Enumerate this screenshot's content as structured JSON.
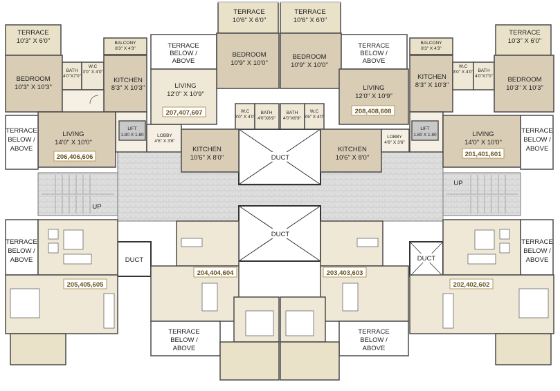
{
  "rooms": {
    "ul_terrace": {
      "name": "TERRACE",
      "size": "10'3\" X 6'0\""
    },
    "ul_balcony": {
      "name": "BALCONY",
      "size": "8'3\" X 4'3\""
    },
    "ul_bedroom": {
      "name": "BEDROOM",
      "size": "10'3\" X 10'3\""
    },
    "ul_bath": {
      "name": "BATH",
      "size": "4'0\"X7'0\""
    },
    "ul_wc": {
      "name": "W.C",
      "size": "3'0\" X 4'0\""
    },
    "ul_kitchen": {
      "name": "KITCHEN",
      "size": "8'3\" X 10'3\""
    },
    "ul_living": {
      "name": "LIVING",
      "size": "14'0\" X 10'0\""
    },
    "ul_lift": {
      "name": "LIFT",
      "size": "1.80 X 1.80"
    },
    "ul_lobby": {
      "name": "LOBBY",
      "size": "4'6\" X 3'6\""
    },
    "cl_bedroom": {
      "name": "BEDROOM",
      "size": "10'9\" X 10'0\""
    },
    "cl_living": {
      "name": "LIVING",
      "size": "12'0\" X 10'9\""
    },
    "cl_wc": {
      "name": "W.C",
      "size": "3'0\" X 4'0\""
    },
    "cl_bath": {
      "name": "BATH",
      "size": "4'0\"X6'9\""
    },
    "cl_kitchen": {
      "name": "KITCHEN",
      "size": "10'6\" X 8'0\""
    },
    "top_terrace_l": {
      "name": "TERRACE",
      "size": "10'6\" X 6'0\""
    },
    "top_terrace_r": {
      "name": "TERRACE",
      "size": "10'6\" X 6'0\""
    },
    "cr_bedroom": {
      "name": "BEDROOM",
      "size": "10'9\" X 10'0\""
    },
    "cr_living": {
      "name": "LIVING",
      "size": "12'0\" X 10'9\""
    },
    "cr_bath": {
      "name": "BATH",
      "size": "4'0\"X6'9\""
    },
    "cr_wc": {
      "name": "W.C",
      "size": "3'6\" X 4'0\""
    },
    "cr_kitchen": {
      "name": "KITCHEN",
      "size": "10'6\" X 8'0\""
    },
    "ur_terrace": {
      "name": "TERRACE",
      "size": "10'3\" X 6'0\""
    },
    "ur_balcony": {
      "name": "BALCONY",
      "size": "8'3\" X 4'3\""
    },
    "ur_kitchen": {
      "name": "KITCHEN",
      "size": "8'3\" X 10'3\""
    },
    "ur_wc": {
      "name": "W.C",
      "size": "3'0\" X 4'0\""
    },
    "ur_bath": {
      "name": "BATH",
      "size": "4'0\"X7'0\""
    },
    "ur_bedroom": {
      "name": "BEDROOM",
      "size": "10'3\" X 10'3\""
    },
    "ur_lift": {
      "name": "LIFT",
      "size": "1.80 X 1.80"
    },
    "ur_lobby": {
      "name": "LOBBY",
      "size": "4'6\" X 3'6\""
    },
    "ur_living": {
      "name": "LIVING",
      "size": "14'0\" X 10'0\""
    }
  },
  "terrace_below": {
    "line1": "TERRACE",
    "line2": "BELOW /",
    "line3": "ABOVE"
  },
  "duct_label": "DUCT",
  "up_label": "UP",
  "unit_numbers": {
    "u207": "207,407,607",
    "u208": "208,408,608",
    "u206": "206,406,606",
    "u201": "201,401,601",
    "u205": "205,405,605",
    "u204": "204,404,604",
    "u203": "203,403,603",
    "u202": "202,402,602"
  },
  "colors": {
    "wood": "#d9cdb6",
    "beige": "#efe8d6",
    "wall": "#4a4a4a",
    "tag_text": "#6b5321",
    "lobby_paving": "#dcdcdc"
  }
}
